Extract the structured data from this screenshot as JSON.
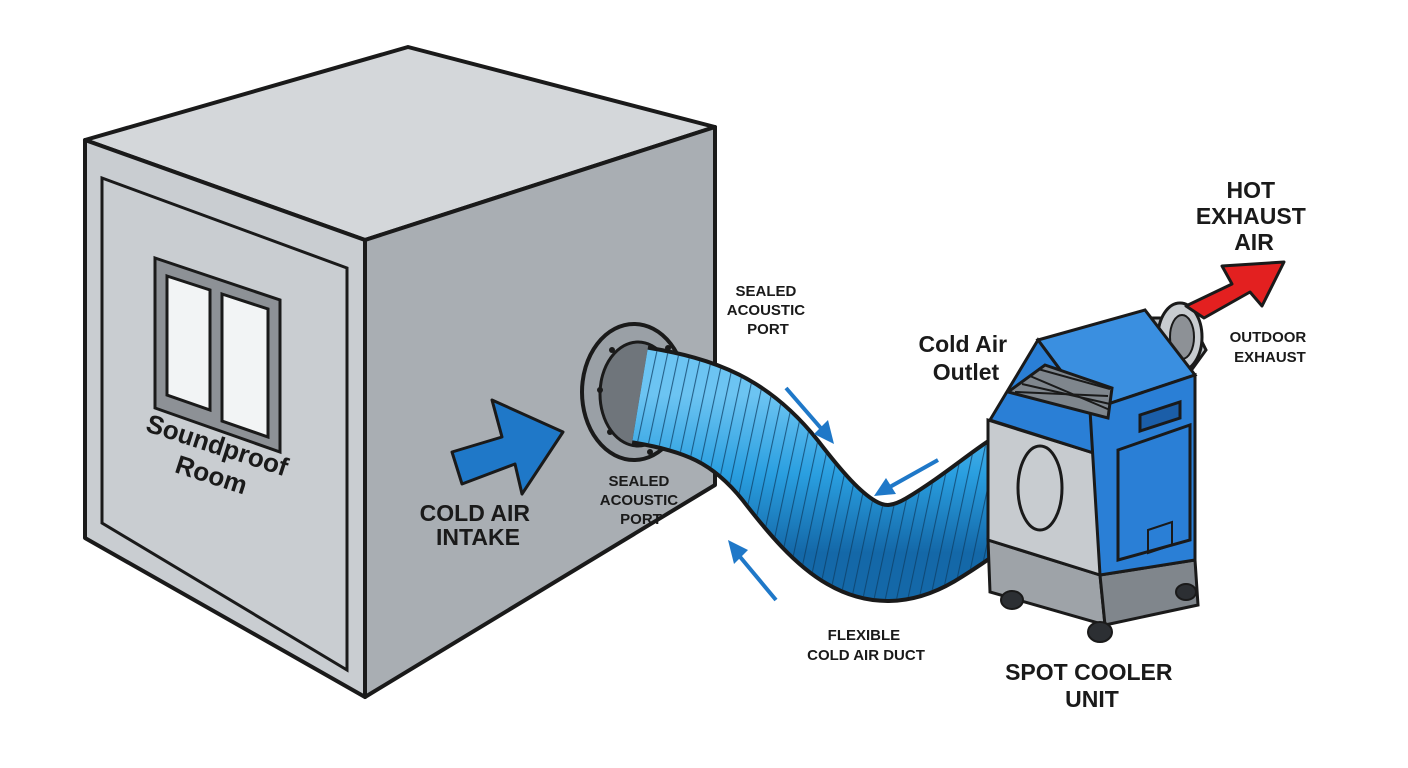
{
  "room_label": [
    "Soundproof",
    "Room"
  ],
  "intake_label": [
    "COLD AIR",
    "INTAKE"
  ],
  "port_label_top": [
    "SEALED",
    "ACOUSTIC",
    "PORT"
  ],
  "port_label_wall": [
    "SEALED",
    "ACOUSTIC",
    "PORT"
  ],
  "outlet_label": [
    "Cold Air",
    "Outlet"
  ],
  "duct_label": [
    "FLEXIBLE",
    "COLD AIR DUCT"
  ],
  "cooler_label": [
    "SPOT COOLER",
    "UNIT"
  ],
  "hot_exhaust_label": [
    "HOT",
    "EXHAUST",
    "AIR"
  ],
  "outdoor_label": [
    "OUTDOOR",
    "EXHAUST"
  ],
  "colors": {
    "duct_blue": "#2a9fe0",
    "cooler_blue": "#2a7fd6",
    "intake_arrow": "#1f78c8",
    "hot_arrow": "#e32020",
    "room_front": "#c9cdd1",
    "room_side": "#a9aeb3",
    "room_top": "#d4d7da"
  }
}
